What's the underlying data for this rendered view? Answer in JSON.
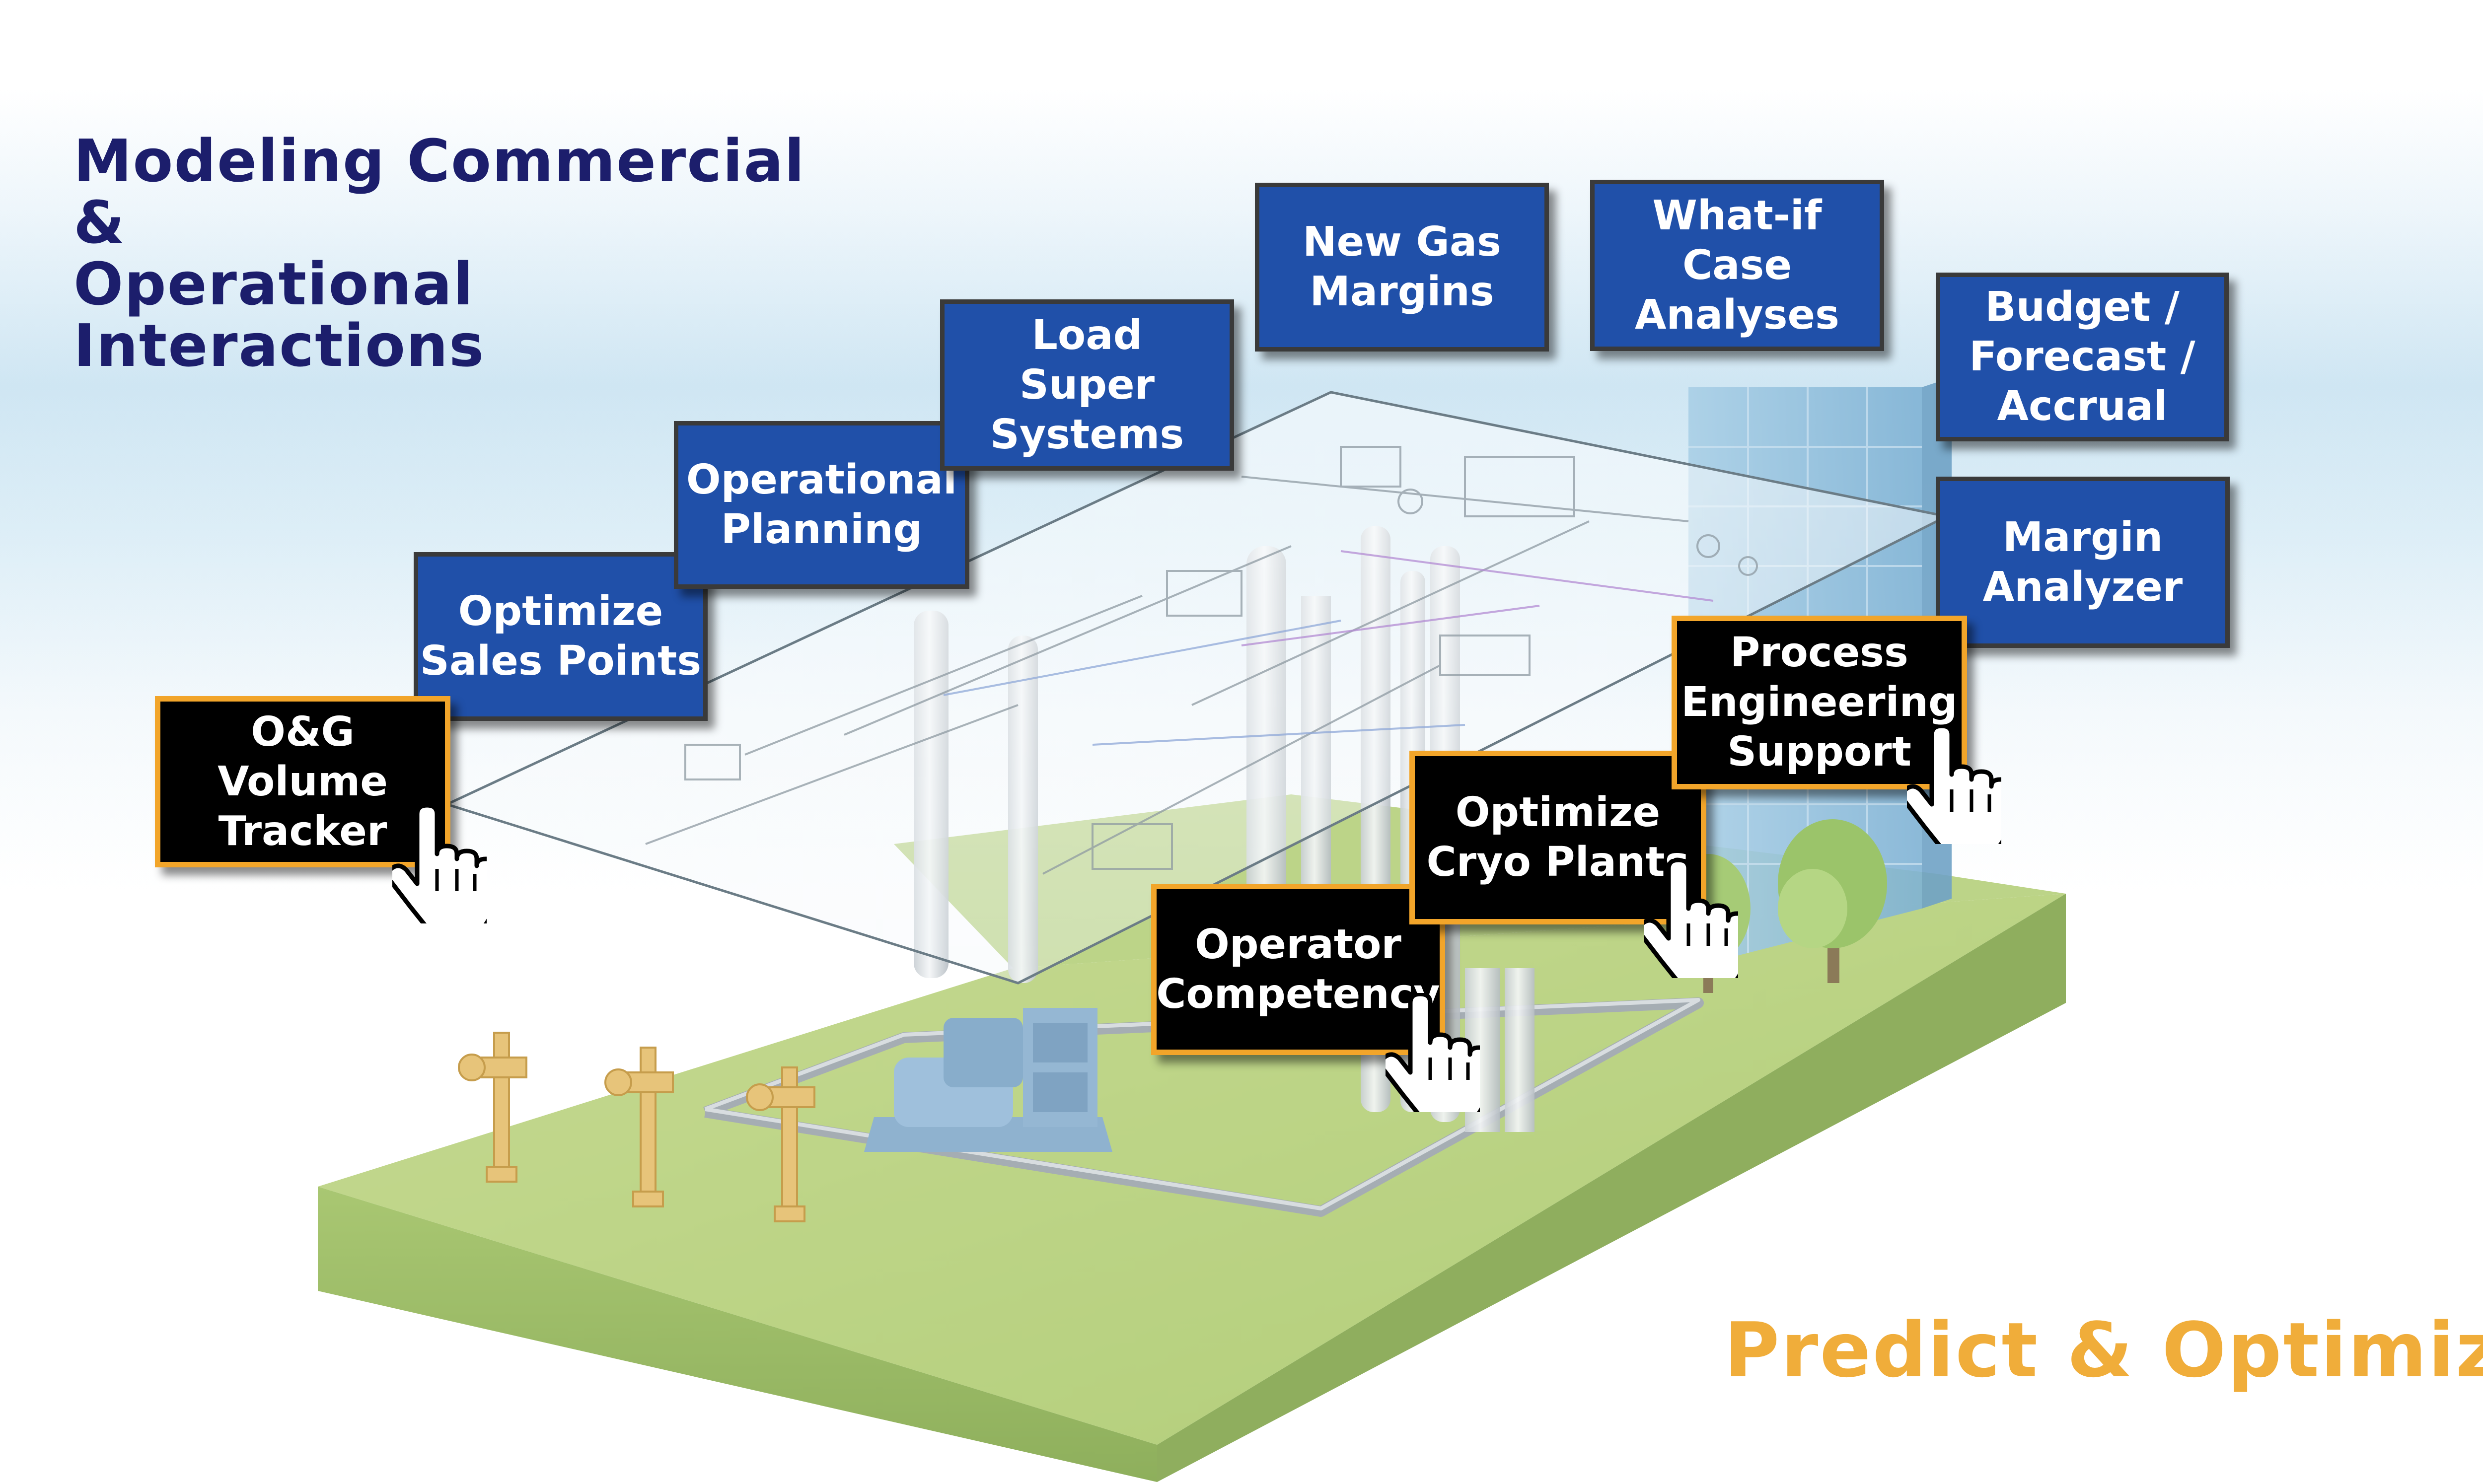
{
  "title": {
    "line1": "Modeling Commercial &",
    "line2": "Operational Interactions"
  },
  "tagline": "Predict & Optimize",
  "blue_boxes": [
    "Optimize\nSales Points",
    "Operational\nPlanning",
    "Load\nSuper\nSystems",
    "New Gas\nMargins",
    "What-if Case\nAnalyses",
    "Budget /\nForecast /\nAccrual",
    "Margin\nAnalyzer"
  ],
  "black_boxes": [
    "O&G Volume\nTracker",
    "Operator\nCompetency",
    "Optimize\nCryo Plants",
    "Process\nEngineering\nSupport"
  ],
  "icons": [
    "pointing-hand-cursor-icon"
  ],
  "colors": {
    "title": "#1c1e6c",
    "tagline": "#f0ad3a",
    "blue_box": "#2050a9",
    "black_box": "#000000",
    "black_box_border": "#f2a52a",
    "ground_top": "#b9d27c",
    "ground_front": "#9cbd68",
    "ground_side": "#8fae5e"
  }
}
